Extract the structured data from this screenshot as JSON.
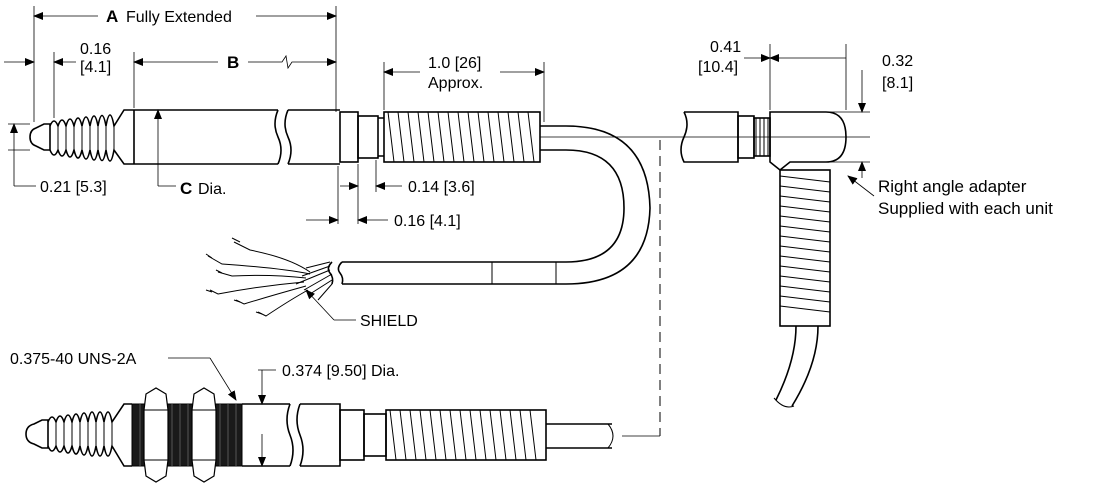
{
  "dimensions": {
    "a_letter": "A",
    "a_text": "Fully Extended",
    "b_letter": "B",
    "c_letter": "C",
    "c_text": "Dia.",
    "tip_length_in": "0.16",
    "tip_length_mm": "[4.1]",
    "tip_dia": "0.21 [5.3]",
    "spring_length_in": "1.0 [26]",
    "spring_length_note": "Approx.",
    "collar_a": "0.14 [3.6]",
    "collar_b": "0.16 [4.1]",
    "adapter_width_in": "0.41",
    "adapter_width_mm": "[10.4]",
    "adapter_height_in": "0.32",
    "adapter_height_mm": "[8.1]",
    "thread_spec": "0.375-40 UNS-2A",
    "body_dia": "0.374 [9.50] Dia."
  },
  "callouts": {
    "adapter_line1": "Right angle adapter",
    "adapter_line2": "Supplied with each unit",
    "shield": "SHIELD"
  }
}
